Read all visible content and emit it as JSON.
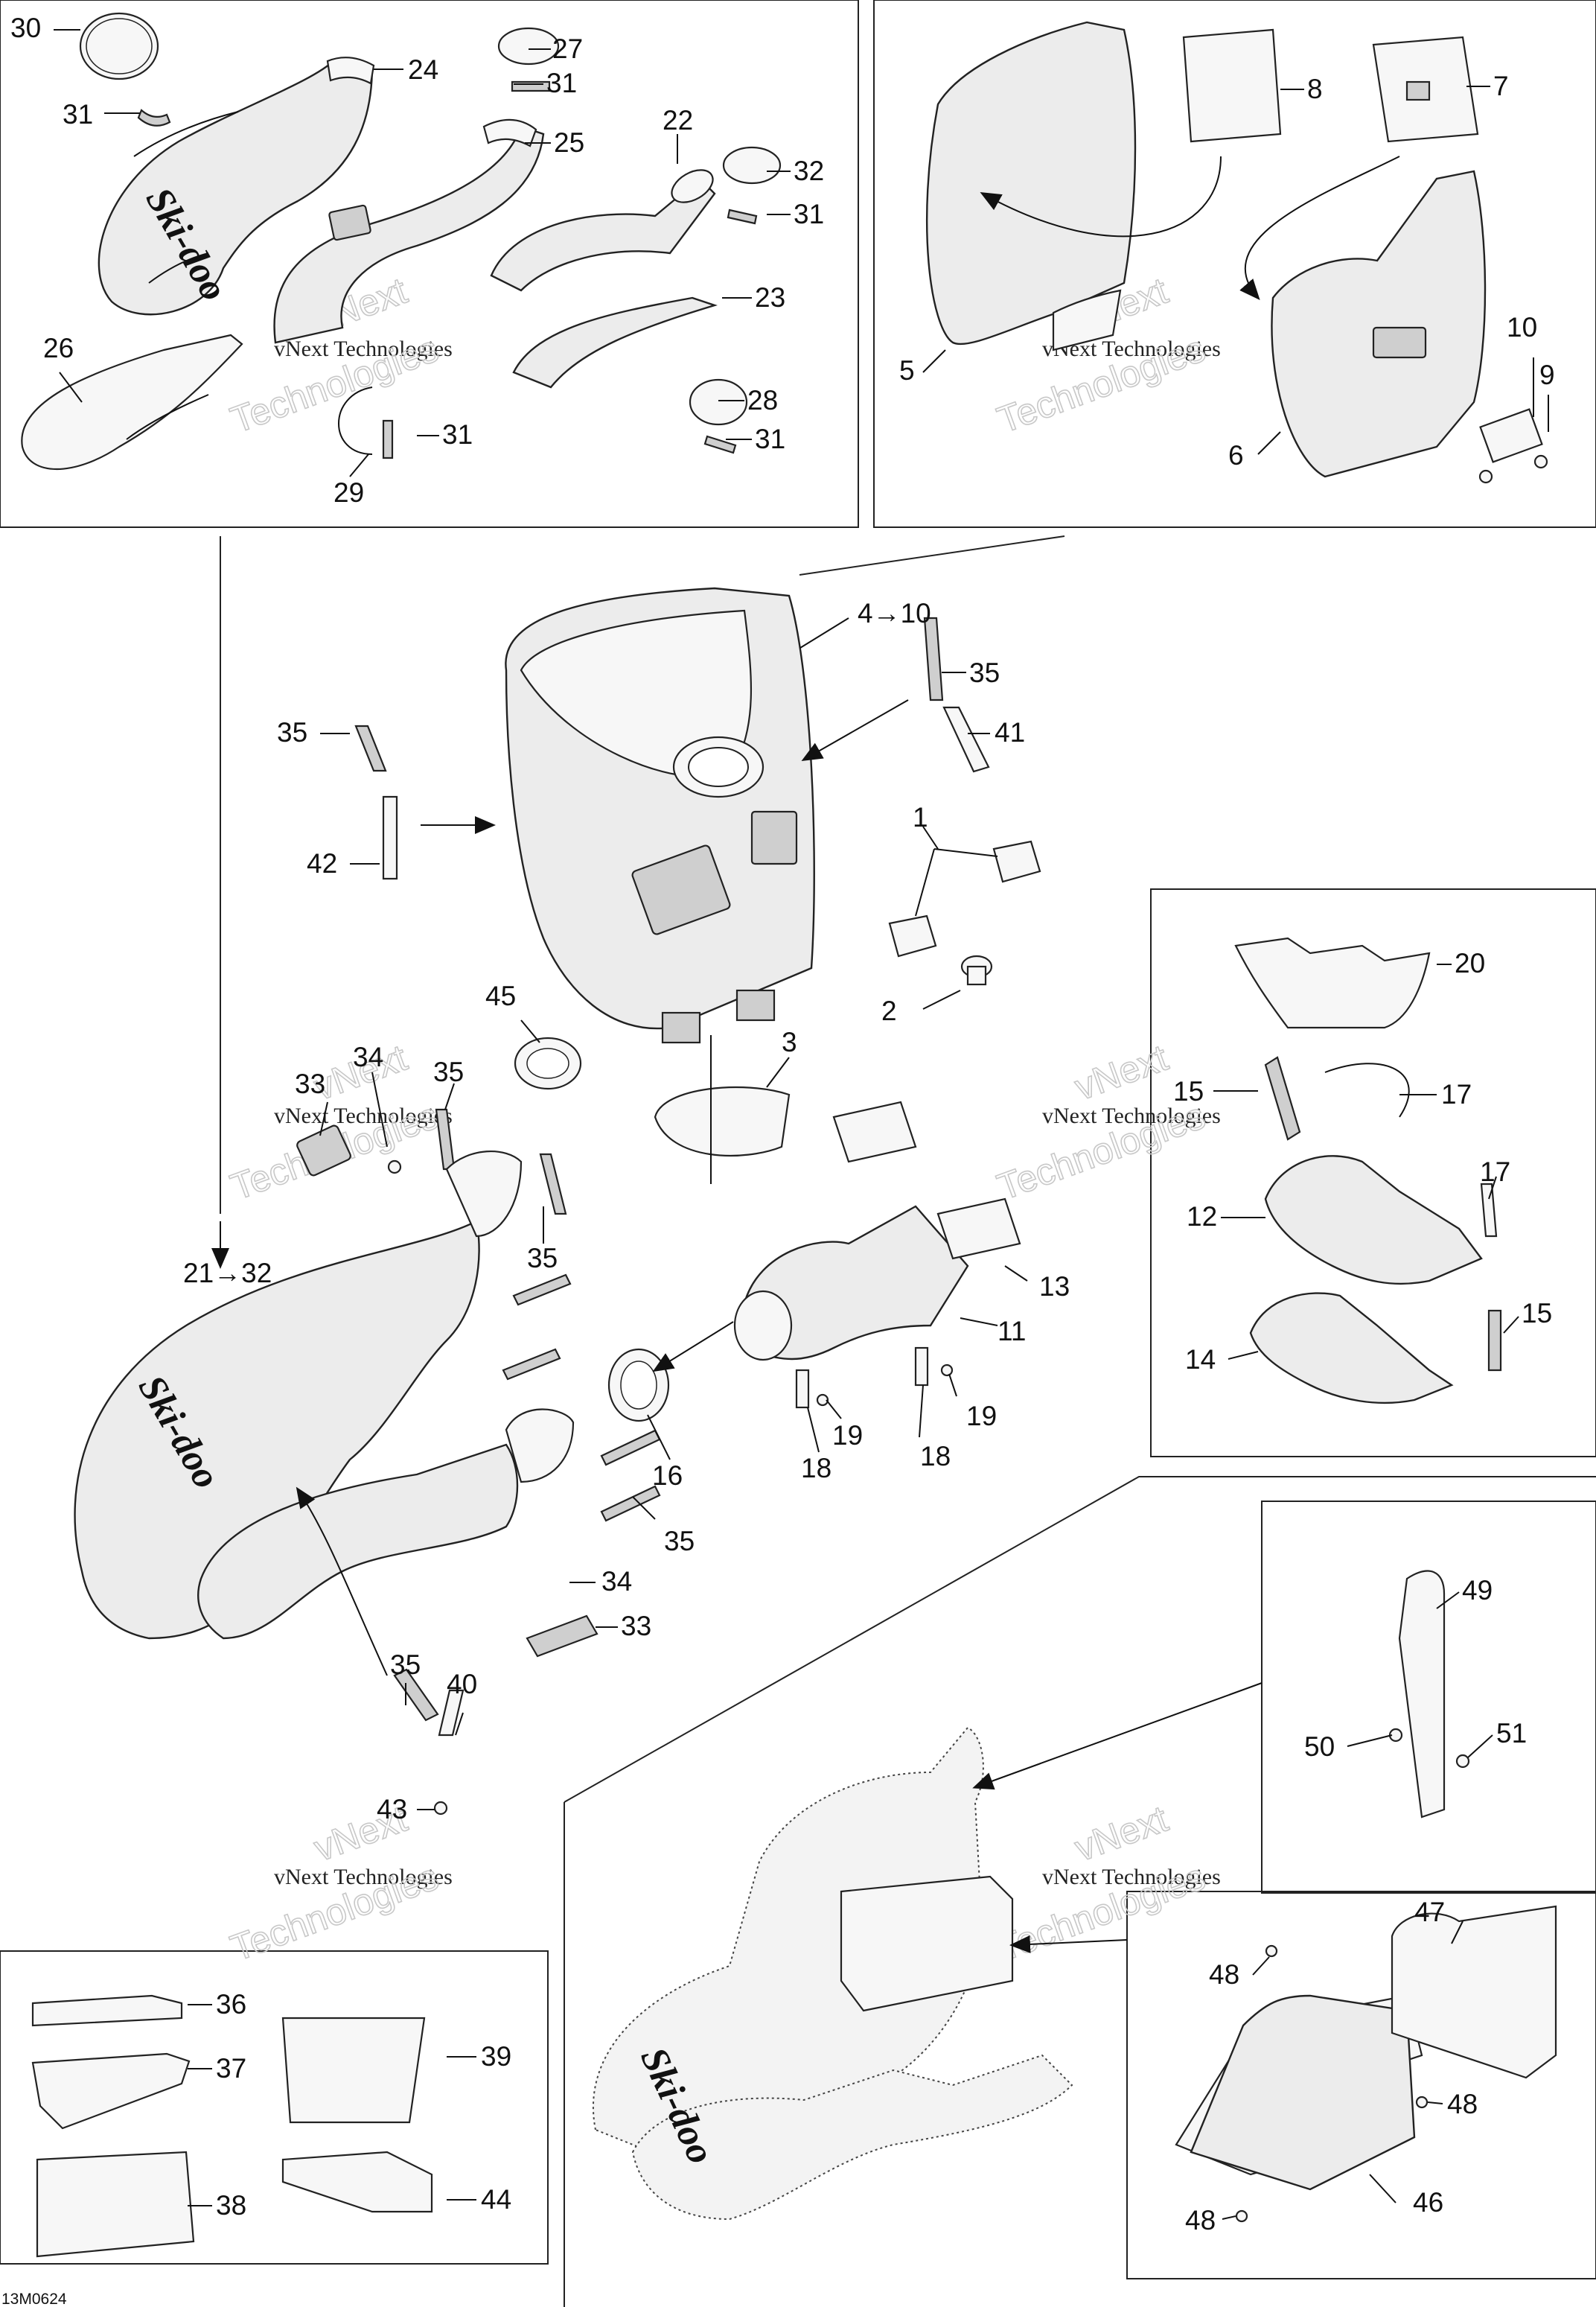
{
  "diagram": {
    "callouts": [
      "30",
      "31",
      "24",
      "27",
      "31",
      "25",
      "22",
      "32",
      "31",
      "23",
      "26",
      "31",
      "29",
      "28",
      "31",
      "8",
      "7",
      "5",
      "10",
      "9",
      "6",
      "4→10",
      "35",
      "41",
      "35",
      "1",
      "42",
      "2",
      "45",
      "3",
      "34",
      "33",
      "35",
      "21→32",
      "35",
      "13",
      "11",
      "19",
      "19",
      "18",
      "18",
      "16",
      "35",
      "34",
      "33",
      "35",
      "40",
      "43",
      "20",
      "15",
      "17",
      "17",
      "12",
      "15",
      "14",
      "49",
      "50",
      "51",
      "47",
      "48",
      "48",
      "48",
      "46",
      "36",
      "37",
      "39",
      "38",
      "44"
    ],
    "watermark_line1": "vNext",
    "watermark_line2": "vNext Technologies",
    "watermark_line3": "Technologies",
    "brand_logo": "Ski-doo",
    "figure_code": "13M0624"
  }
}
